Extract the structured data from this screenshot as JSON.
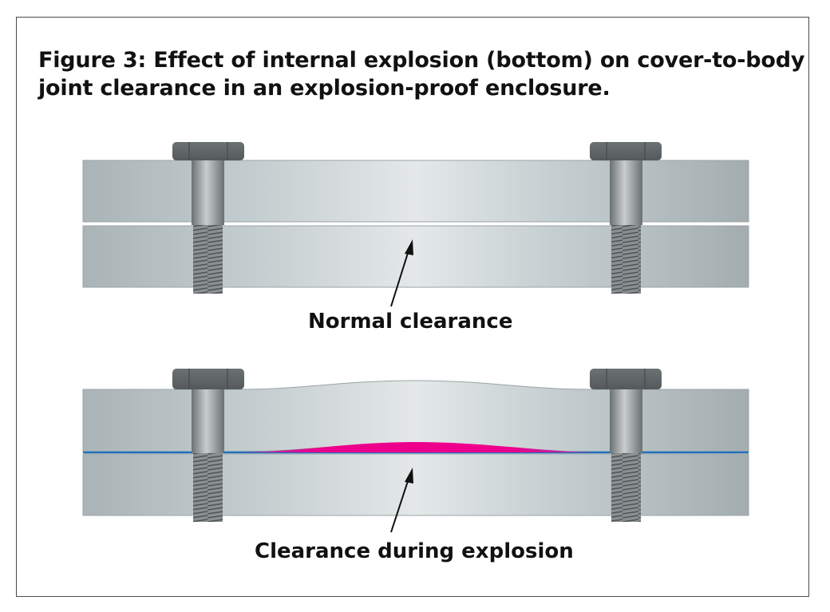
{
  "figure": {
    "title_line1": "Figure 3: Effect of internal explosion (bottom) on cover-to-body",
    "title_line2": "joint clearance in an explosion-proof enclosure."
  },
  "labels": {
    "normal": "Normal clearance",
    "explosion": "Clearance during explosion"
  },
  "colors": {
    "steel_light": "#e6eaec",
    "steel_mid": "#bcc6c9",
    "steel_dark": "#9aa6aa",
    "bolt_head": "#5f6466",
    "gap_line": "#1f6fb8",
    "clearance_fill": "#ec008c",
    "frame_border": "#4a4a4a"
  },
  "icons": {
    "bolt": "hex-bolt-icon",
    "arrow": "pointer-arrow-icon"
  }
}
